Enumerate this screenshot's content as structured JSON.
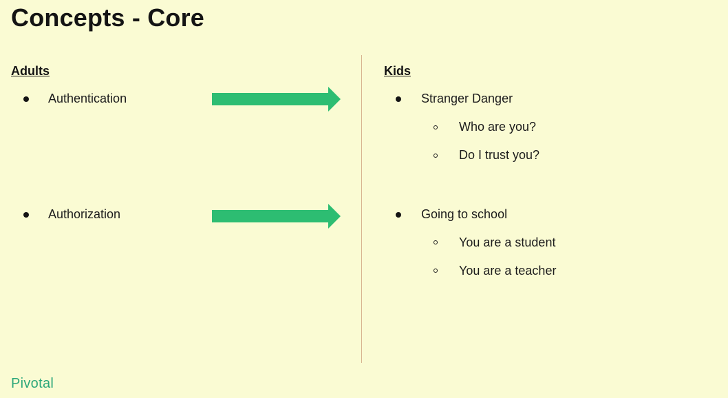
{
  "slide": {
    "title": "Concepts - Core",
    "left_column": {
      "heading": "Adults",
      "items": [
        "Authentication",
        "Authorization"
      ]
    },
    "right_column": {
      "heading": "Kids",
      "groups": [
        {
          "label": "Stranger Danger",
          "subitems": [
            "Who are you?",
            "Do I trust you?"
          ]
        },
        {
          "label": "Going to school",
          "subitems": [
            "You are a student",
            "You are a teacher"
          ]
        }
      ]
    },
    "footer_logo": "Pivotal"
  },
  "colors": {
    "background": "#fafbd3",
    "arrow": "#2dbd72",
    "divider": "#d7b38f",
    "logo": "#2ca77a"
  },
  "icons": {
    "arrow": "right-arrow-icon",
    "bullet": "filled-circle-bullet",
    "sub_bullet": "hollow-circle-bullet"
  }
}
